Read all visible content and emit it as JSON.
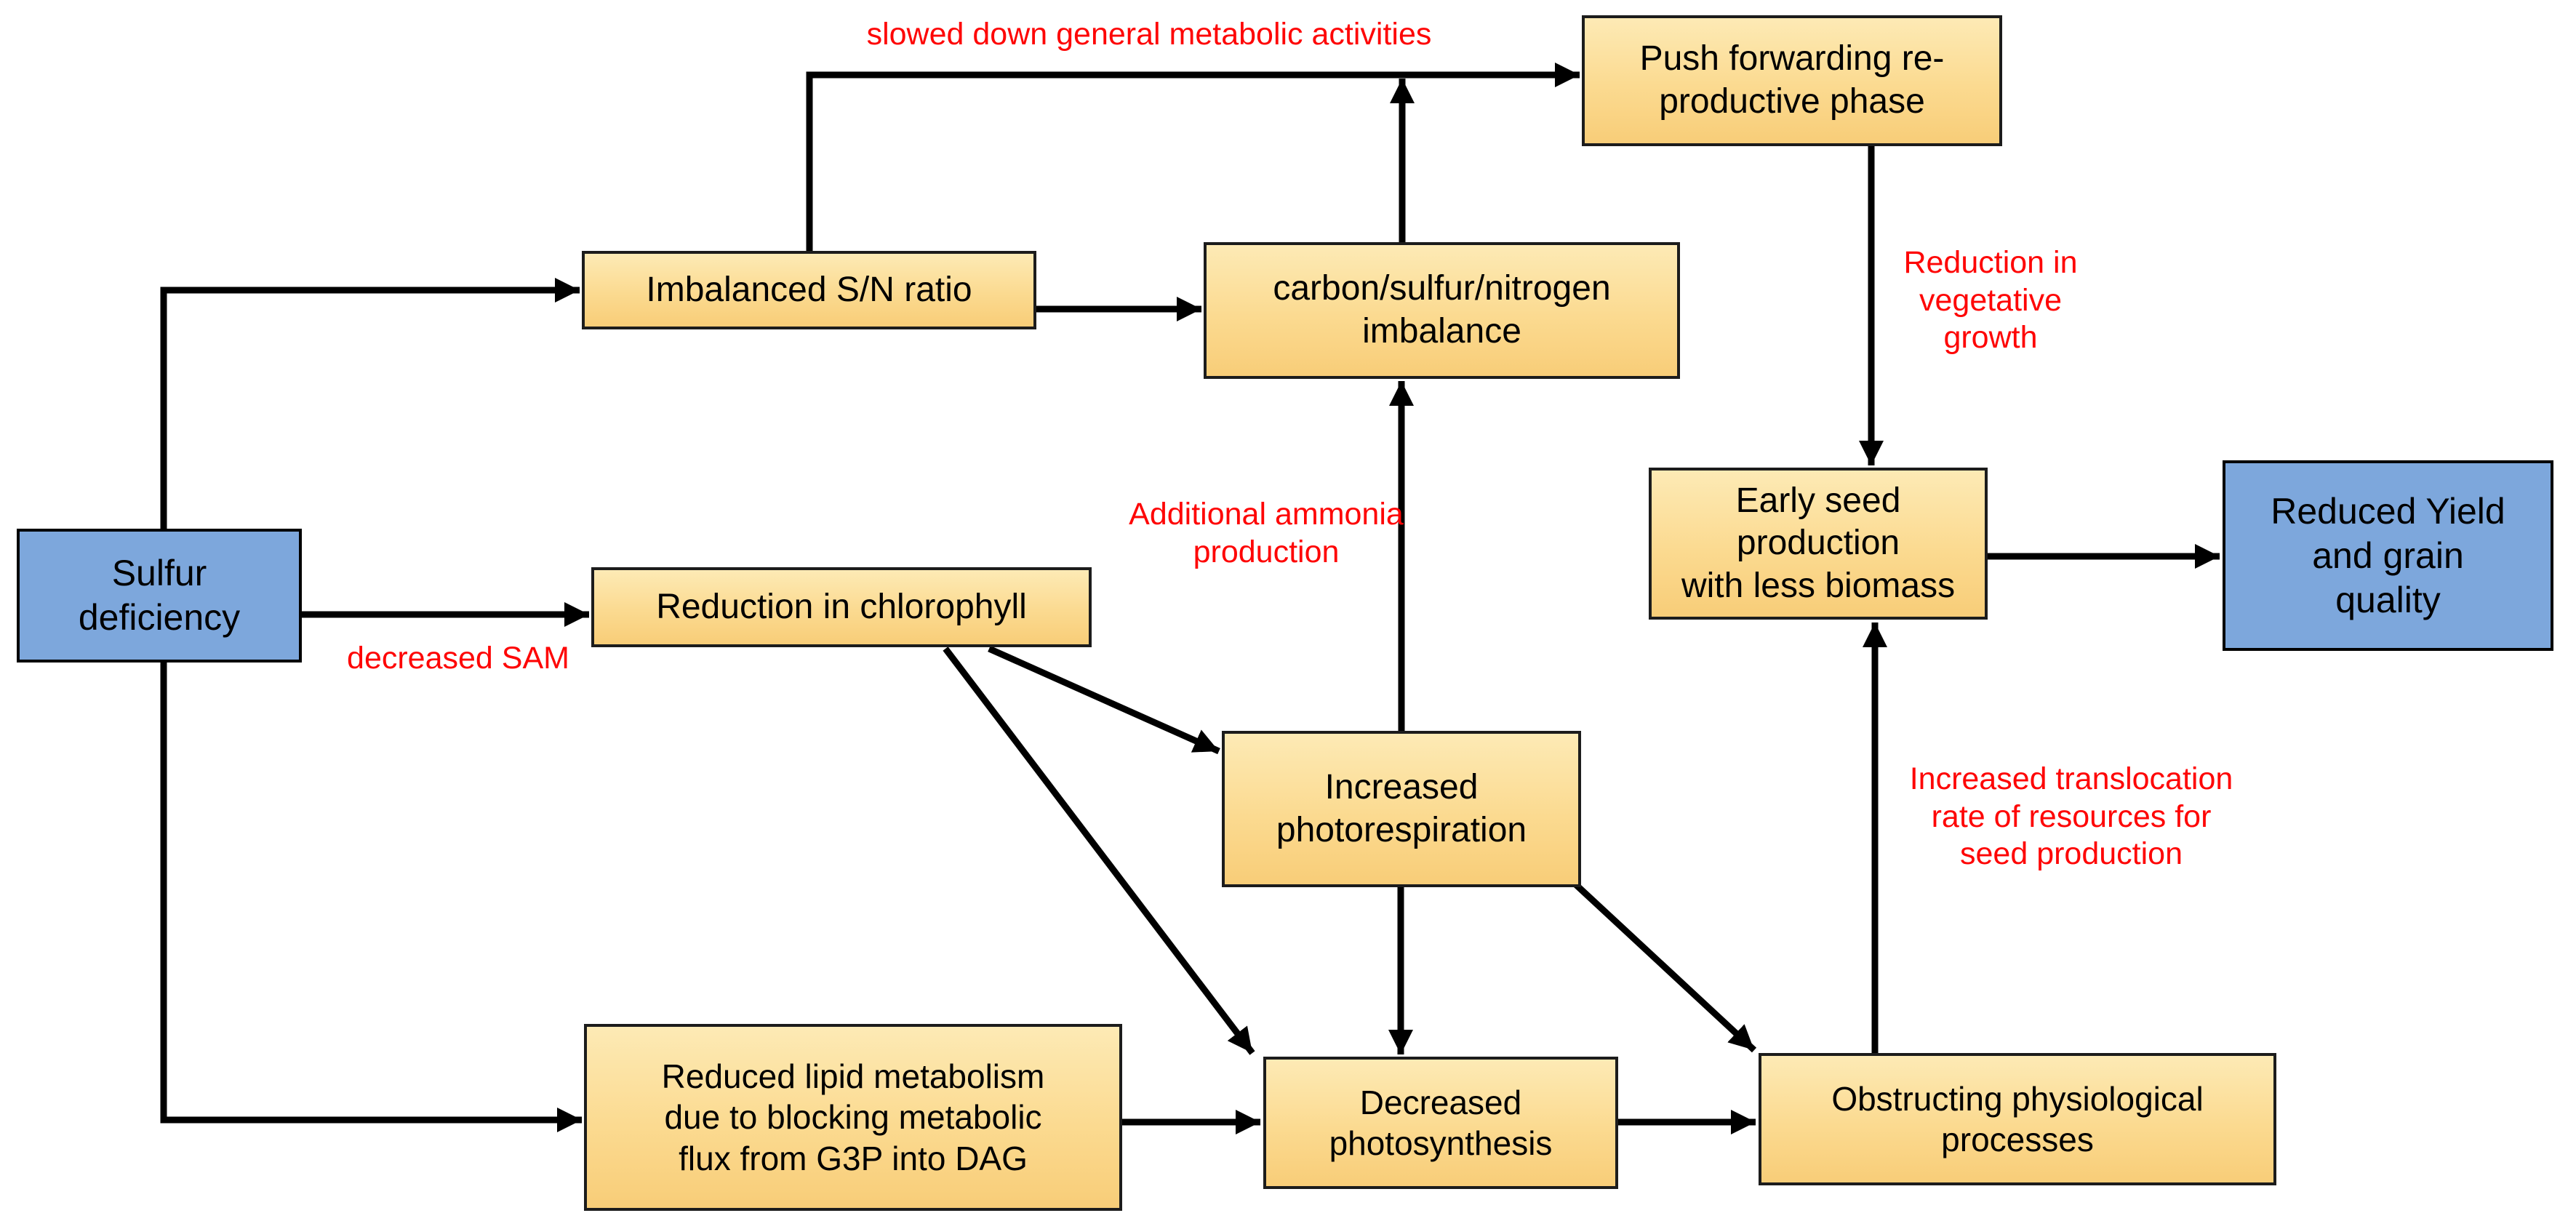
{
  "diagram": {
    "type": "flowchart",
    "nodes": {
      "sulfur_deficiency": {
        "label": "Sulfur\ndeficiency",
        "style": "blue"
      },
      "imbalanced_sn": {
        "label": "Imbalanced S/N ratio",
        "style": "yellow"
      },
      "carbon_imbalance": {
        "label": "carbon/sulfur/nitrogen\nimbalance",
        "style": "yellow"
      },
      "push_forwarding": {
        "label": "Push forwarding re-\nproductive phase",
        "style": "yellow"
      },
      "reduction_chlorophyll": {
        "label": "Reduction in chlorophyll",
        "style": "yellow"
      },
      "increased_photorespiration": {
        "label": "Increased\nphotorespiration",
        "style": "yellow"
      },
      "early_seed": {
        "label": "Early seed production\nwith less biomass",
        "style": "yellow"
      },
      "reduced_yield": {
        "label": "Reduced Yield\nand grain\nquality",
        "style": "blue"
      },
      "reduced_lipid": {
        "label": "Reduced lipid metabolism\ndue to blocking metabolic\nflux from G3P into DAG",
        "style": "yellow"
      },
      "decreased_photosynthesis": {
        "label": "Decreased\nphotosynthesis",
        "style": "yellow"
      },
      "obstructing_physiological": {
        "label": "Obstructing physiological\nprocesses",
        "style": "yellow"
      }
    },
    "edge_labels": {
      "slowed_down": "slowed down general metabolic activities",
      "decreased_sam": "decreased SAM",
      "additional_ammonia": "Additional ammonia\nproduction",
      "reduction_vegetative": "Reduction in\nvegetative\ngrowth",
      "increased_translocation": "Increased translocation\nrate of resources for\nseed production"
    },
    "edges": [
      {
        "from": "sulfur_deficiency",
        "to": "imbalanced_sn"
      },
      {
        "from": "sulfur_deficiency",
        "to": "reduction_chlorophyll",
        "label": "decreased SAM"
      },
      {
        "from": "sulfur_deficiency",
        "to": "reduced_lipid"
      },
      {
        "from": "imbalanced_sn",
        "to": "carbon_imbalance"
      },
      {
        "from": "imbalanced_sn",
        "to": "push_forwarding",
        "label": "slowed down general metabolic activities"
      },
      {
        "from": "carbon_imbalance",
        "to": "push_forwarding",
        "label": "slowed down general metabolic activities"
      },
      {
        "from": "increased_photorespiration",
        "to": "carbon_imbalance",
        "label": "Additional ammonia production"
      },
      {
        "from": "reduction_chlorophyll",
        "to": "increased_photorespiration"
      },
      {
        "from": "reduction_chlorophyll",
        "to": "decreased_photosynthesis"
      },
      {
        "from": "increased_photorespiration",
        "to": "decreased_photosynthesis"
      },
      {
        "from": "increased_photorespiration",
        "to": "obstructing_physiological"
      },
      {
        "from": "reduced_lipid",
        "to": "decreased_photosynthesis"
      },
      {
        "from": "decreased_photosynthesis",
        "to": "obstructing_physiological"
      },
      {
        "from": "obstructing_physiological",
        "to": "early_seed",
        "label": "Increased translocation rate of resources for seed production"
      },
      {
        "from": "push_forwarding",
        "to": "early_seed",
        "label": "Reduction in vegetative growth"
      },
      {
        "from": "early_seed",
        "to": "reduced_yield"
      }
    ],
    "colors": {
      "node_yellow_top": "#fdeab5",
      "node_yellow_bottom": "#f8cd78",
      "node_blue": "#7da7dc",
      "edge_label_red": "#fe0505",
      "arrow_black": "#000000",
      "background": "#ffffff"
    }
  }
}
